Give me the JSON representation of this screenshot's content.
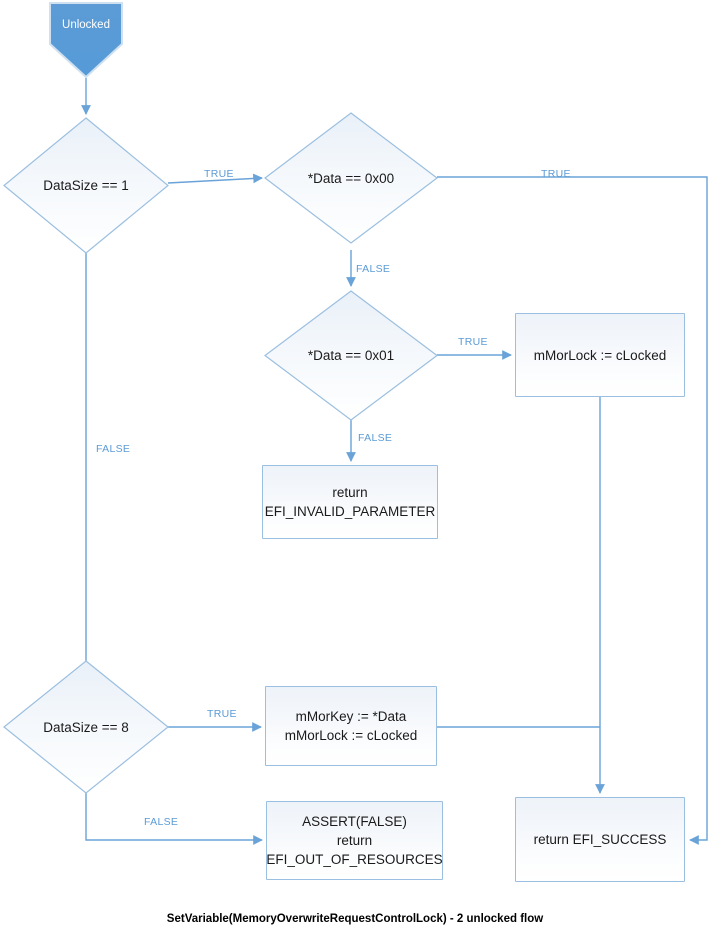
{
  "diagram": {
    "title": "SetVariable(MemoryOverwriteRequestControlLock) - 2 unlocked flow",
    "type": "flowchart",
    "colors": {
      "start_fill": "#5B9BD5",
      "start_border": "#CFE0F0",
      "node_border": "#9BBFE0",
      "node_fill_top": "#EEF3F9",
      "node_fill_bottom": "#FFFFFF",
      "connector": "#6AA3D8",
      "edge_label_text": "#5B9BD5",
      "node_text": "#1A1A1A",
      "start_text": "#FFFFFF",
      "caption_text": "#000000"
    },
    "nodes": {
      "start": {
        "label": "Unlocked",
        "shape": "pentagon-down"
      },
      "decision_datasize1": {
        "label": "DataSize == 1",
        "shape": "diamond"
      },
      "decision_data00": {
        "label": "*Data == 0x00",
        "shape": "diamond"
      },
      "decision_data01": {
        "label": "*Data == 0x01",
        "shape": "diamond"
      },
      "decision_datasize8": {
        "label": "DataSize == 8",
        "shape": "diamond"
      },
      "process_mmorlock": {
        "label": "mMorLock := cLocked",
        "shape": "rect"
      },
      "process_mmorkey": {
        "label": "mMorKey := *Data\nmMorLock := cLocked",
        "shape": "rect"
      },
      "return_invalid_parameter": {
        "label": "return\nEFI_INVALID_PARAMETER",
        "shape": "rect"
      },
      "return_out_of_resources": {
        "label": "ASSERT(FALSE)\nreturn\nEFI_OUT_OF_RESOURCES",
        "shape": "rect"
      },
      "return_success": {
        "label": "return EFI_SUCCESS",
        "shape": "rect"
      }
    },
    "edges": [
      {
        "id": "start-to-ds1",
        "label": ""
      },
      {
        "id": "ds1-true",
        "label": "TRUE"
      },
      {
        "id": "ds1-false",
        "label": "FALSE"
      },
      {
        "id": "data00-true",
        "label": "TRUE"
      },
      {
        "id": "data00-false",
        "label": "FALSE"
      },
      {
        "id": "data01-true",
        "label": "TRUE"
      },
      {
        "id": "data01-false",
        "label": "FALSE"
      },
      {
        "id": "ds8-true",
        "label": "TRUE"
      },
      {
        "id": "ds8-false",
        "label": "FALSE"
      },
      {
        "id": "mmorlock-to-success",
        "label": ""
      },
      {
        "id": "mmorkey-to-success",
        "label": ""
      }
    ]
  }
}
